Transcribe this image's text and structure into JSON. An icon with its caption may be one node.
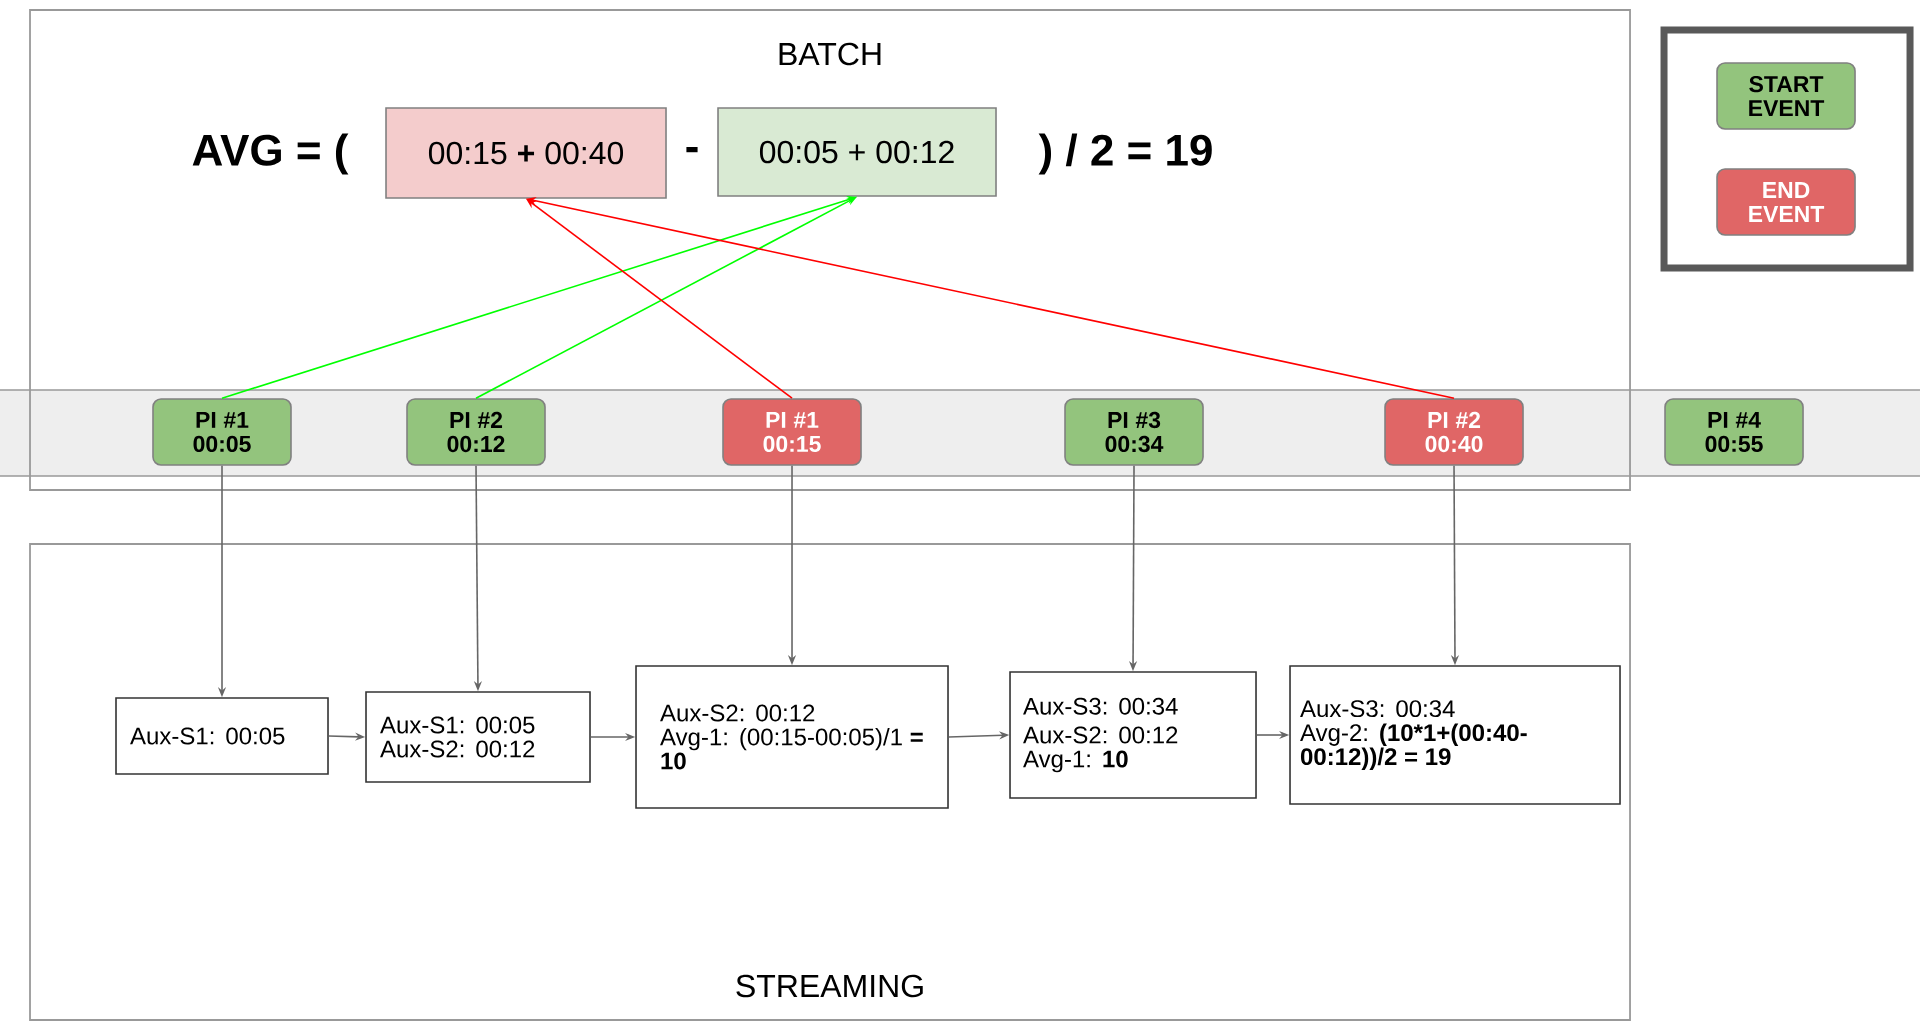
{
  "diagram": {
    "nodes": [
      {
        "text": [
          "BATCH"
        ]
      },
      {
        "text": [
          "00:15 **+** 00:40"
        ],
        "in": 0
      },
      {
        "text": [
          "00:05 + 00:12"
        ],
        "in": 0
      },
      {
        "text": [
          "PI #1 00:05"
        ],
        "in": 0
      },
      {
        "text": [
          "PI #2 00:12"
        ],
        "in": 0
      },
      {
        "text": [
          "PI #1 00:15"
        ],
        "in": 0
      },
      {
        "text": [
          "PI #3 00:34"
        ],
        "in": 0
      },
      {
        "text": [
          "PI #2 00:40"
        ],
        "in": 0
      },
      {
        "text": [
          "PI #4 00:55"
        ]
      },
      {
        "text": [
          "STREAMING"
        ]
      },
      {
        "text": [
          "Aux-S1: 00:05"
        ],
        "in": 9
      },
      {
        "text": [
          "Aux-S1: 00:05",
          "Aux-S2: 00:12"
        ],
        "in": 9
      },
      {
        "text": [
          "Aux-S2: 00:12",
          "Avg-1: (00:15-00:05)/1 **= 10**"
        ],
        "in": 9
      },
      {
        "text": [
          "Aux-S3: 00:34",
          "Aux-S2: 00:12",
          "Avg-1: **10**"
        ],
        "in": 9
      },
      {
        "text": [
          "Aux-S3: 00:34",
          "Avg-2: **(10*1+(00:40-00:12))/2 = 19**"
        ],
        "in": 9
      }
    ],
    "edges": [
      {
        "from": 3,
        "to": 2,
        "arrow": "to",
        "color": "#00ff00"
      },
      {
        "from": 4,
        "to": 2,
        "arrow": "to",
        "color": "#00ff00"
      },
      {
        "from": 5,
        "to": 1,
        "arrow": "to",
        "color": "#ff0000"
      },
      {
        "from": 7,
        "to": 1,
        "arrow": "to",
        "color": "#ff0000"
      },
      {
        "from": 3,
        "to": 10,
        "arrow": "to"
      },
      {
        "from": 4,
        "to": 11,
        "arrow": "to"
      },
      {
        "from": 5,
        "to": 12,
        "arrow": "to"
      },
      {
        "from": 6,
        "to": 13,
        "arrow": "to"
      },
      {
        "from": 7,
        "to": 14,
        "arrow": "to"
      },
      {
        "from": 10,
        "to": 11,
        "arrow": "to"
      },
      {
        "from": 11,
        "to": 12,
        "arrow": "to"
      },
      {
        "from": 12,
        "to": 13,
        "arrow": "to"
      },
      {
        "from": 13,
        "to": 14,
        "arrow": "to"
      }
    ],
    "labels": [
      "AVG = (",
      "-",
      ") / 2 = 19"
    ],
    "legend": [
      {
        "text": "START EVENT",
        "color": "#93c47d"
      },
      {
        "text": "END EVENT",
        "color": "#e06666"
      }
    ]
  }
}
